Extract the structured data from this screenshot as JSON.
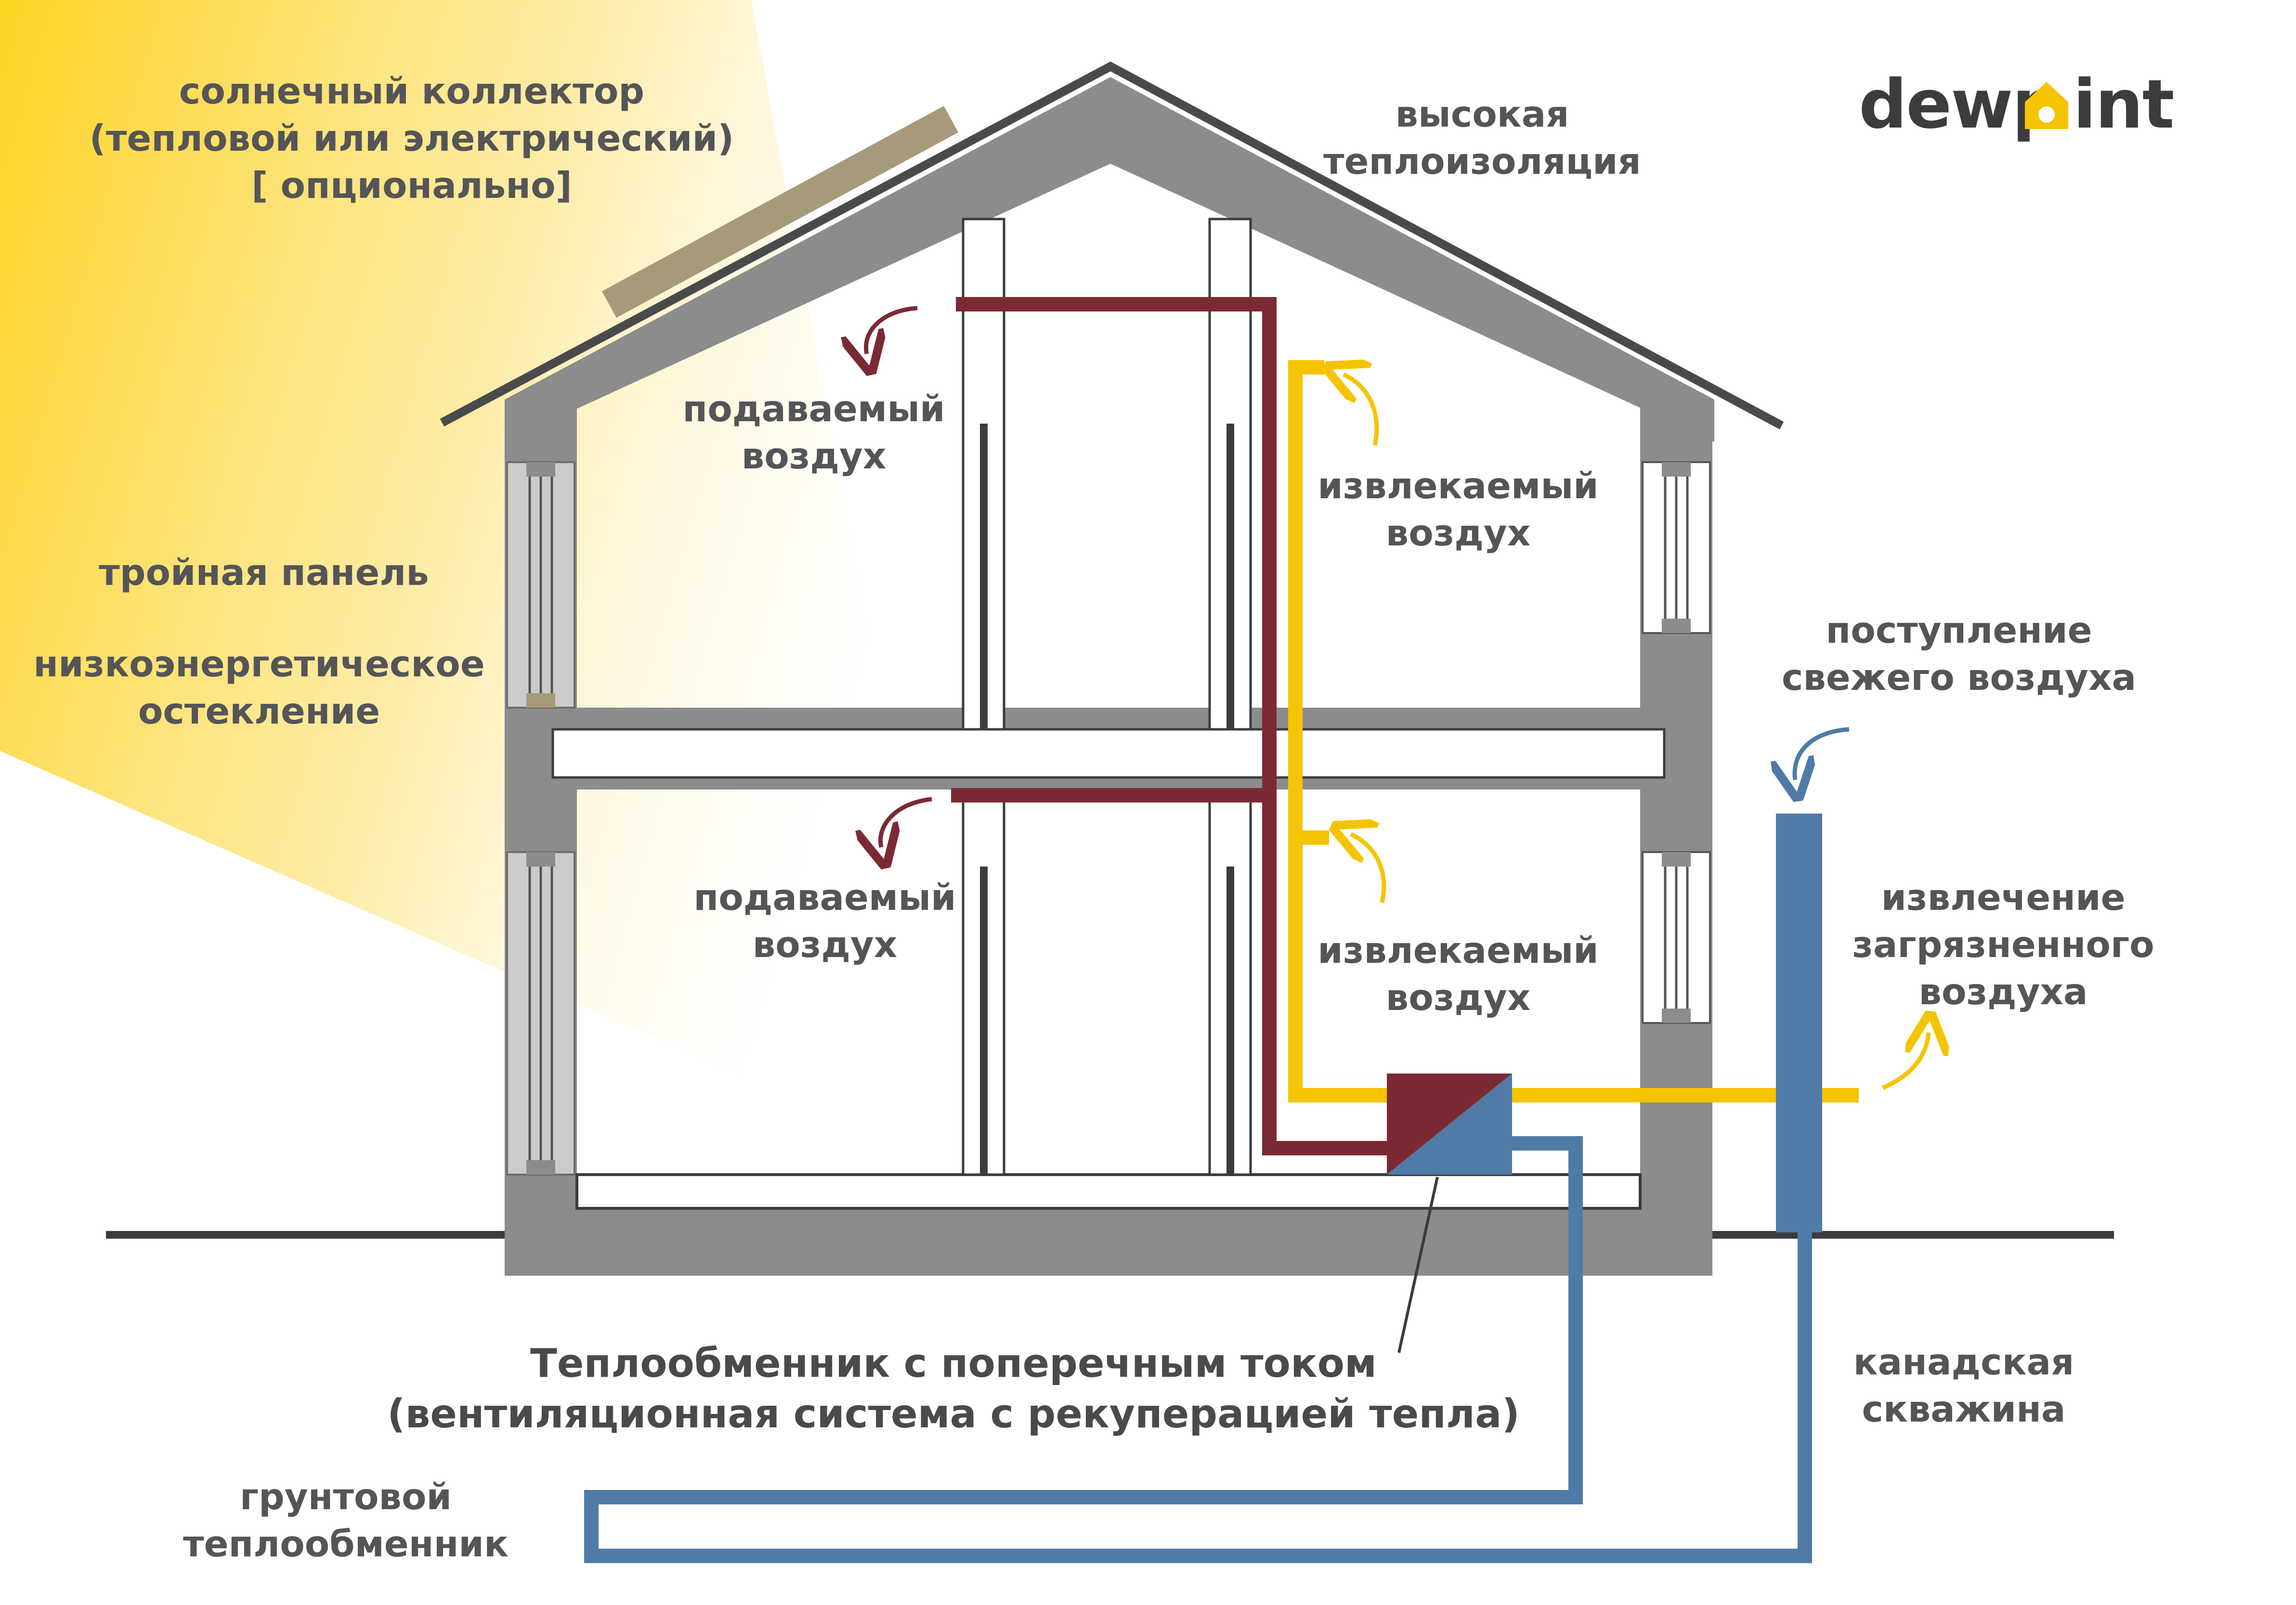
{
  "brand": {
    "name_prefix": "dewp",
    "name_suffix": "int",
    "accent": "#f5c400",
    "text_color": "#3c3c3f"
  },
  "labels": {
    "solar_collector": [
      "солнечный коллектор",
      "(тепловой или электрический)",
      "[ опционально]"
    ],
    "high_insulation": [
      "высокая",
      "теплоизоляция"
    ],
    "triple_panel": "тройная панель",
    "low_energy_glazing": [
      "низкоэнергетическое",
      "остекление"
    ],
    "supply_air_upper": [
      "подаваемый",
      "воздух"
    ],
    "supply_air_lower": [
      "подаваемый",
      "воздух"
    ],
    "extract_air_upper": [
      "извлекаемый",
      "воздух"
    ],
    "extract_air_lower": [
      "извлекаемый",
      "воздух"
    ],
    "fresh_air_intake": [
      "поступление",
      "свежего воздуха"
    ],
    "polluted_air_exhaust": [
      "извлечение",
      "загрязненного",
      "воздуха"
    ],
    "heat_exchanger": [
      "Теплообменник с поперечным током",
      "(вентиляционная система с рекуперацией тепла)"
    ],
    "canadian_well": [
      "канадская",
      "скважина"
    ],
    "ground_heat_exchanger": [
      "грунтовой",
      "теплообменник"
    ]
  },
  "colors": {
    "wall": "#8c8c8c",
    "supply_duct": "#7b2a34",
    "extract_duct": "#f5c400",
    "fresh_air_duct": "#4f7ba6",
    "solar_panel": "#a69a7a",
    "roof_outline": "#4a4a4d",
    "ground_line": "#3c3c3f",
    "sun_gradient_start": "#fdd321"
  },
  "icons": {
    "supply_arrow": "curved-arrow-down-left",
    "extract_arrow": "curved-arrow-up",
    "fresh_air_arrow": "curved-arrow-down-left",
    "exhaust_arrow": "curved-arrow-up-right"
  }
}
